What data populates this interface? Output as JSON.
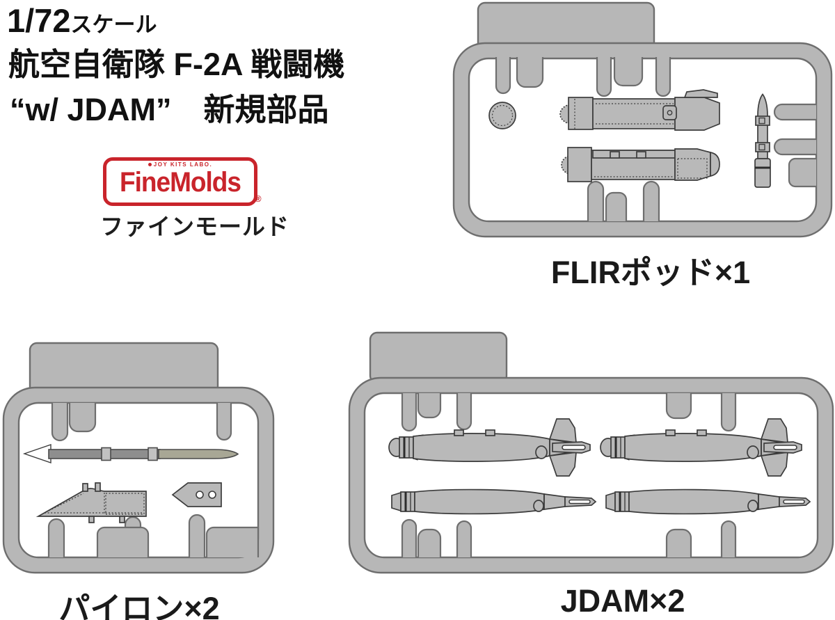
{
  "header": {
    "scale_number": "1/72",
    "scale_suffix": "スケール",
    "title_line1": "航空自衛隊 F-2A 戦闘機",
    "title_line2_quoted": "“w/ JDAM”",
    "title_line2_rest": "新規部品"
  },
  "logo": {
    "tagline": "JOY KITS LABO.",
    "brand": "FineMolds",
    "registered_mark": "®",
    "brand_jp": "ファインモールド",
    "brand_color": "#c9242b"
  },
  "sprues": {
    "flir": {
      "label": "FLIRポッド×1"
    },
    "pylon": {
      "label": "パイロン×2"
    },
    "jdam": {
      "label": "JDAM×2"
    }
  },
  "colors": {
    "background": "#ffffff",
    "plastic": "#b7b7b7",
    "plastic_outline": "#6e6e6e",
    "part_outline": "#3c3c3c",
    "missile_olive": "#a8a795",
    "missile_shaft_gray": "#8e8e8e",
    "arrow_light_gray": "#c8c8c8",
    "text": "#1a1a1a"
  }
}
